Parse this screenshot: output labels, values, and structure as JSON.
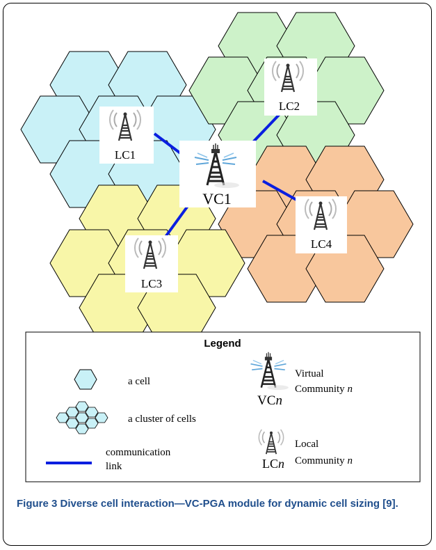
{
  "diagram": {
    "towers": {
      "lc1": "LC1",
      "lc2": "LC2",
      "lc3": "LC3",
      "lc4": "LC4",
      "vc1": "VC1"
    },
    "colors": {
      "cyan": "#c9f1f7",
      "green": "#cdf2c9",
      "orange": "#f8c79d",
      "yellow": "#f8f6a8",
      "link": "#0a1fe0"
    }
  },
  "legend": {
    "title": "Legend",
    "cell": "a cell",
    "cluster": "a cluster of cells",
    "link_line1": "communication",
    "link_line2": "link",
    "virtual_line1": "Virtual",
    "virtual_line2": "Community n",
    "virtual_label": "VCn",
    "local_line1": "Local",
    "local_line2": "Community n",
    "local_label": "LCn"
  },
  "caption": {
    "figure": "Figure 3",
    "text": "Diverse cell interaction—VC-PGA module for dynamic cell sizing [9]."
  }
}
